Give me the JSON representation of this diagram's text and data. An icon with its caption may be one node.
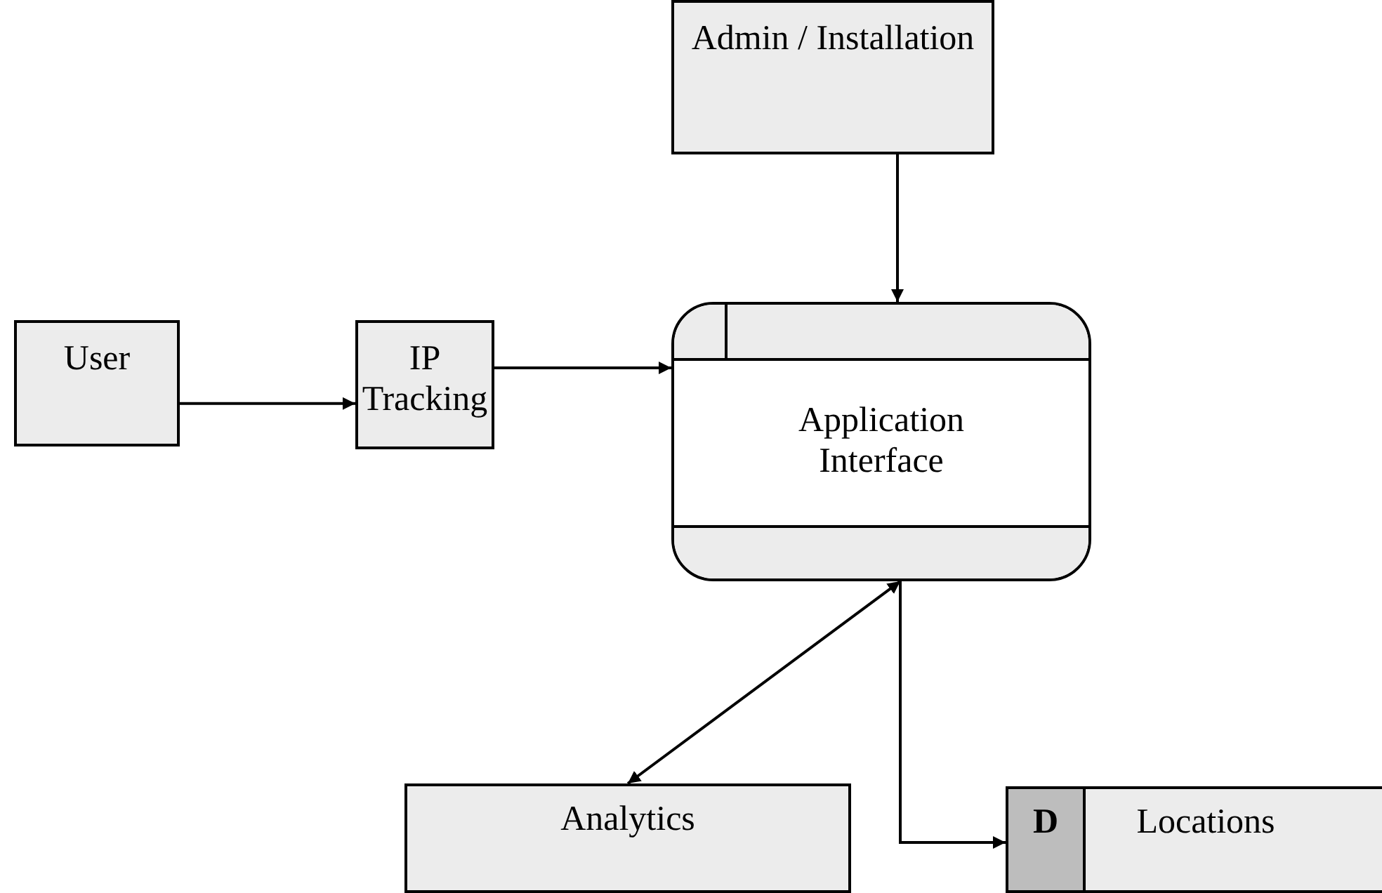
{
  "diagram": {
    "nodes": [
      {
        "text": [
          "Admin / Installation"
        ]
      },
      {
        "text": [
          "User"
        ]
      },
      {
        "text": [
          "IP Tracking"
        ]
      },
      {
        "text": [
          "Application Interface"
        ]
      },
      {
        "text": [
          "Analytics"
        ]
      },
      {
        "text": [
          "D",
          "Locations"
        ]
      }
    ],
    "edges": [
      {
        "from": 0,
        "to": 3,
        "arrow": "to"
      },
      {
        "from": 1,
        "to": 2,
        "arrow": "to"
      },
      {
        "from": 2,
        "to": 3,
        "arrow": "to"
      },
      {
        "from": 3,
        "to": 4,
        "arrow": "both"
      },
      {
        "from": 3,
        "to": 5,
        "arrow": "to"
      }
    ]
  }
}
